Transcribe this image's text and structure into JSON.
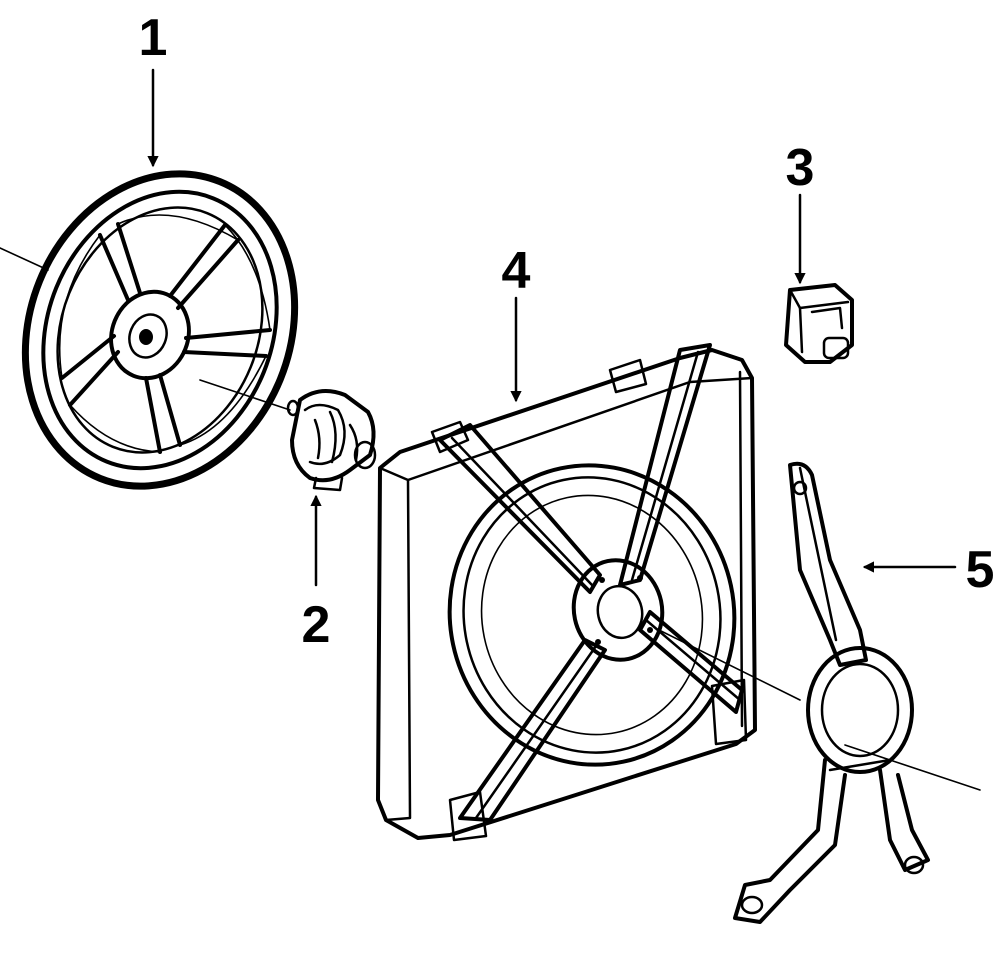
{
  "colors": {
    "ink": "#000000",
    "paper": "#ffffff"
  },
  "callouts": [
    {
      "number": "1",
      "part": "fan-blade"
    },
    {
      "number": "2",
      "part": "fan-motor"
    },
    {
      "number": "3",
      "part": "relay"
    },
    {
      "number": "4",
      "part": "fan-shroud"
    },
    {
      "number": "5",
      "part": "fan-bracket"
    }
  ]
}
